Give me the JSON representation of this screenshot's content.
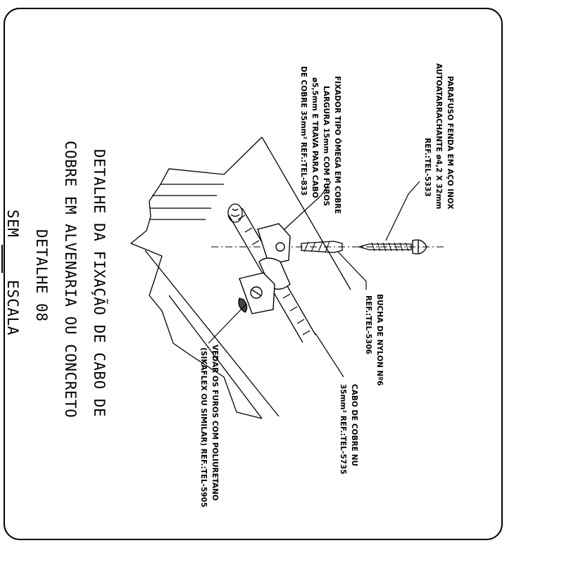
{
  "title_block": {
    "line1": "DETALHE DA FIXAÇÃO DE CABO DE",
    "line2": "COBRE EM ALVENARIA OU CONCRETO",
    "detail": "DETALHE 08",
    "scale_left": "SEM",
    "scale_right": "ESCALA"
  },
  "callouts": {
    "screw": [
      "PARAFUSO FENDA EM AÇO INOX",
      "AUTOATARRACHANTE ø4,2 X 32mm",
      "REF.:TEL-5333"
    ],
    "fixer": [
      "FIXADOR TIPO ÔMEGA EM COBRE",
      "LARGURA 15mm COM FUROS",
      "ø5,5mm E TRAVA PARA CABO",
      "DE COBRE 35mm² REF.:TEL-833"
    ],
    "bushing": [
      "BUCHA DE NYLON Nº6",
      "REF.:TEL-5306"
    ],
    "cable": [
      "CABO DE COBRE NU",
      "35mm² REF.:TEL-5735"
    ],
    "seal": [
      "VEDAR OS FUROS COM POLIURETANO",
      "(SIKAFLEX OU SIMILAR) REF.:TEL-5905"
    ]
  }
}
